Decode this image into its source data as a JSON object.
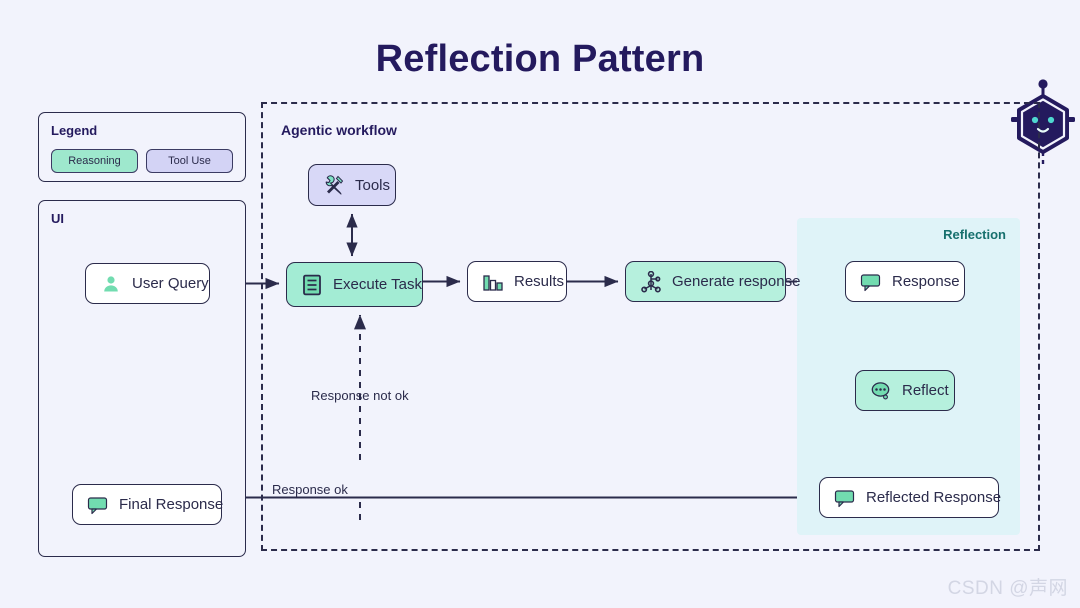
{
  "page": {
    "title": "Reflection Pattern",
    "background_color": "#f2f3fc",
    "title_color": "#241a5e",
    "watermark": "CSDN @声网"
  },
  "legend": {
    "title": "Legend",
    "items": [
      {
        "label": "Reasoning",
        "color": "#9ee8cd"
      },
      {
        "label": "Tool Use",
        "color": "#d3d3f5"
      }
    ]
  },
  "panels": {
    "ui": {
      "title": "UI"
    },
    "workflow": {
      "title": "Agentic workflow"
    },
    "reflection": {
      "title": "Reflection",
      "color": "#dff3f8",
      "title_color": "#17706e"
    }
  },
  "nodes": {
    "user_query": {
      "label": "User Query",
      "icon": "user-icon",
      "fill": "white"
    },
    "final_response": {
      "label": "Final Response",
      "icon": "speech-bubble-icon",
      "fill": "white"
    },
    "tools": {
      "label": "Tools",
      "icon": "tools-icon",
      "fill": "#d8d8f7"
    },
    "execute_task": {
      "label": "Execute Task",
      "icon": "document-list-icon",
      "fill": "#a3ecd4"
    },
    "results": {
      "label": "Results",
      "icon": "bar-chart-icon",
      "fill": "white"
    },
    "generate_response": {
      "label": "Generate response",
      "icon": "node-graph-icon",
      "fill": "#b6f0dd"
    },
    "response": {
      "label": "Response",
      "icon": "speech-bubble-icon",
      "fill": "white"
    },
    "reflect": {
      "label": "Reflect",
      "icon": "thought-bubble-icon",
      "fill": "#b6f0dd"
    },
    "reflected_response": {
      "label": "Reflected Response",
      "icon": "speech-bubble-icon",
      "fill": "white"
    }
  },
  "edges": {
    "response_not_ok": "Response not ok",
    "response_ok": "Response ok"
  },
  "robot": {
    "name": "robot-head-icon",
    "body_color": "#241a5e",
    "eye_color": "#4fd8d0"
  }
}
